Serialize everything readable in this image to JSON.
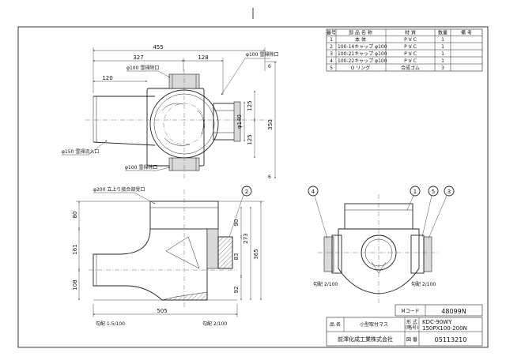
{
  "parts_table": {
    "headers": [
      "番号",
      "部 品 名 称",
      "材 質",
      "数量",
      "備 考"
    ],
    "rows": [
      {
        "no": "1",
        "name": "本 体",
        "material": "P V C",
        "qty": "1",
        "note": ""
      },
      {
        "no": "2",
        "name": "100-14キャップ φ100",
        "material": "P V C",
        "qty": "1",
        "note": ""
      },
      {
        "no": "3",
        "name": "100-21キャップ φ100",
        "material": "P V C",
        "qty": "1",
        "note": ""
      },
      {
        "no": "4",
        "name": "100-22キャップ φ100",
        "material": "P V C",
        "qty": "1",
        "note": ""
      },
      {
        "no": "5",
        "name": "O リング",
        "material": "合成ゴム",
        "qty": "3",
        "note": ""
      }
    ]
  },
  "plan_view": {
    "dims": {
      "total_width": "455",
      "left_width": "327",
      "right_width": "128",
      "inlet_len": "120",
      "height": "350",
      "upper": "125",
      "lower": "125",
      "dia_right": "φ140",
      "small_top": "6",
      "small_bottom": "6"
    },
    "labels": {
      "top_right": "φ100 雪掃除口",
      "top_left": "φ100 雪掃除口",
      "inlet": "φ150 雪掃流入口",
      "bottom": "φ100 雪掃除口"
    }
  },
  "side_view": {
    "dims": {
      "top": "80",
      "mid": "161",
      "bottom": "108",
      "right_90": "90",
      "right_83": "83",
      "right_92": "92",
      "right_273": "273",
      "right_365": "365",
      "length": "505"
    },
    "labels": {
      "riser": "φ200 立上り接合部受口",
      "slope_left": "勾配 1.5/100",
      "slope_right": "勾配 2/100"
    },
    "balloon": "2"
  },
  "front_view": {
    "balloons": [
      "4",
      "1",
      "5",
      "3"
    ],
    "slope_left": "勾配 2/100",
    "slope_right": "勾配 2/100"
  },
  "title_block": {
    "mcode_label": "Mコード",
    "mcode": "48099N",
    "name_label": "品 名",
    "name": "小型取付マス",
    "model_label": "形 式",
    "model_sub": "(略号)",
    "model": "KDC-90WY",
    "model2": "150PX100-200N",
    "company": "前澤化成工業株式会社",
    "drawing_no_label": "図 番",
    "drawing_no": "05113210"
  }
}
